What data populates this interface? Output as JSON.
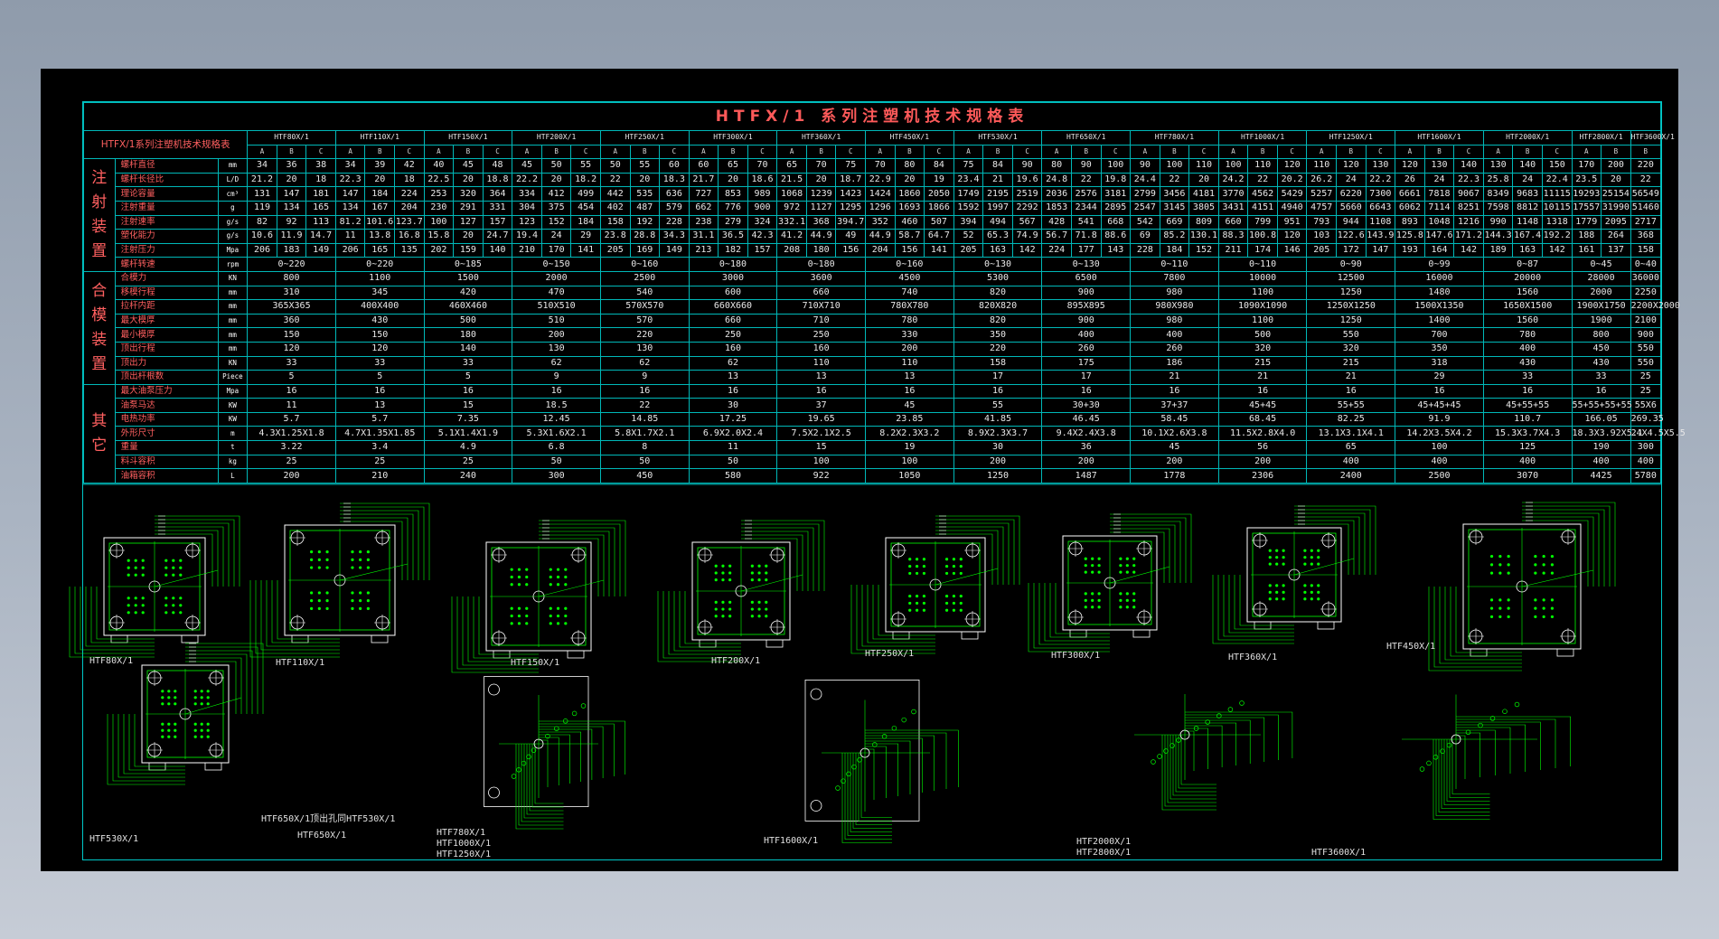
{
  "table": {
    "title": "HTFX/1 系列注塑机技术规格表",
    "corner": "HTFX/1系列注塑机技术规格表",
    "models": [
      "HTF80X/1",
      "HTF110X/1",
      "HTF150X/1",
      "HTF200X/1",
      "HTF250X/1",
      "HTF300X/1",
      "HTF360X/1",
      "HTF450X/1",
      "HTF530X/1",
      "HTF650X/1",
      "HTF780X/1",
      "HTF1000X/1",
      "HTF1250X/1",
      "HTF1600X/1",
      "HTF2000X/1",
      "HTF2800X/1",
      "HTF3600X/1"
    ],
    "sub_labels": [
      [
        "A",
        "B",
        "C"
      ],
      [
        "A",
        "B",
        "C"
      ],
      [
        "A",
        "B",
        "C"
      ],
      [
        "A",
        "B",
        "C"
      ],
      [
        "A",
        "B",
        "C"
      ],
      [
        "A",
        "B",
        "C"
      ],
      [
        "A",
        "B",
        "C"
      ],
      [
        "A",
        "B",
        "C"
      ],
      [
        "A",
        "B",
        "C"
      ],
      [
        "A",
        "B",
        "C"
      ],
      [
        "A",
        "B",
        "C"
      ],
      [
        "A",
        "B",
        "C"
      ],
      [
        "A",
        "B",
        "C"
      ],
      [
        "A",
        "B",
        "C"
      ],
      [
        "A",
        "B",
        "C"
      ],
      [
        "A",
        "B"
      ],
      [
        "B"
      ]
    ],
    "groups": [
      {
        "label": "注射装置",
        "rows": [
          {
            "name": "螺杆直径",
            "unit": "mm",
            "cells": [
              "34",
              "36",
              "38",
              "34",
              "39",
              "42",
              "40",
              "45",
              "48",
              "45",
              "50",
              "55",
              "50",
              "55",
              "60",
              "60",
              "65",
              "70",
              "65",
              "70",
              "75",
              "70",
              "80",
              "84",
              "75",
              "84",
              "90",
              "80",
              "90",
              "100",
              "90",
              "100",
              "110",
              "100",
              "110",
              "120",
              "110",
              "120",
              "130",
              "120",
              "130",
              "140",
              "130",
              "140",
              "150",
              "170",
              "200",
              "220"
            ]
          },
          {
            "name": "螺杆长径比",
            "unit": "L/D",
            "cells": [
              "21.2",
              "20",
              "18",
              "22.3",
              "20",
              "18",
              "22.5",
              "20",
              "18.8",
              "22.2",
              "20",
              "18.2",
              "22",
              "20",
              "18.3",
              "21.7",
              "20",
              "18.6",
              "21.5",
              "20",
              "18.7",
              "22.9",
              "20",
              "19",
              "23.4",
              "21",
              "19.6",
              "24.8",
              "22",
              "19.8",
              "24.4",
              "22",
              "20",
              "24.2",
              "22",
              "20.2",
              "26.2",
              "24",
              "22.2",
              "26",
              "24",
              "22.3",
              "25.8",
              "24",
              "22.4",
              "23.5",
              "20",
              "22"
            ]
          },
          {
            "name": "理论容量",
            "unit": "cm³",
            "cells": [
              "131",
              "147",
              "181",
              "147",
              "184",
              "224",
              "253",
              "320",
              "364",
              "334",
              "412",
              "499",
              "442",
              "535",
              "636",
              "727",
              "853",
              "989",
              "1068",
              "1239",
              "1423",
              "1424",
              "1860",
              "2050",
              "1749",
              "2195",
              "2519",
              "2036",
              "2576",
              "3181",
              "2799",
              "3456",
              "4181",
              "3770",
              "4562",
              "5429",
              "5257",
              "6220",
              "7300",
              "6661",
              "7818",
              "9067",
              "8349",
              "9683",
              "11115",
              "19293",
              "25154",
              "56549"
            ]
          },
          {
            "name": "注射重量",
            "unit": "g",
            "cells": [
              "119",
              "134",
              "165",
              "134",
              "167",
              "204",
              "230",
              "291",
              "331",
              "304",
              "375",
              "454",
              "402",
              "487",
              "579",
              "662",
              "776",
              "900",
              "972",
              "1127",
              "1295",
              "1296",
              "1693",
              "1866",
              "1592",
              "1997",
              "2292",
              "1853",
              "2344",
              "2895",
              "2547",
              "3145",
              "3805",
              "3431",
              "4151",
              "4940",
              "4757",
              "5660",
              "6643",
              "6062",
              "7114",
              "8251",
              "7598",
              "8812",
              "10115",
              "17557",
              "31990",
              "51460"
            ]
          },
          {
            "name": "注射速率",
            "unit": "g/s",
            "cells": [
              "82",
              "92",
              "113",
              "81.2",
              "101.6",
              "123.7",
              "100",
              "127",
              "157",
              "123",
              "152",
              "184",
              "158",
              "192",
              "228",
              "238",
              "279",
              "324",
              "332.1",
              "368",
              "394.7",
              "352",
              "460",
              "507",
              "394",
              "494",
              "567",
              "428",
              "541",
              "668",
              "542",
              "669",
              "809",
              "660",
              "799",
              "951",
              "793",
              "944",
              "1108",
              "893",
              "1048",
              "1216",
              "990",
              "1148",
              "1318",
              "1779",
              "2095",
              "2717"
            ]
          },
          {
            "name": "塑化能力",
            "unit": "g/s",
            "cells": [
              "10.6",
              "11.9",
              "14.7",
              "11",
              "13.8",
              "16.8",
              "15.8",
              "20",
              "24.7",
              "19.4",
              "24",
              "29",
              "23.8",
              "28.8",
              "34.3",
              "31.1",
              "36.5",
              "42.3",
              "41.2",
              "44.9",
              "49",
              "44.9",
              "58.7",
              "64.7",
              "52",
              "65.3",
              "74.9",
              "56.7",
              "71.8",
              "88.6",
              "69",
              "85.2",
              "130.1",
              "88.3",
              "100.8",
              "120",
              "103",
              "122.6",
              "143.9",
              "125.8",
              "147.6",
              "171.2",
              "144.3",
              "167.4",
              "192.2",
              "188",
              "264",
              "368"
            ]
          },
          {
            "name": "注射压力",
            "unit": "Mpa",
            "cells": [
              "206",
              "183",
              "149",
              "206",
              "165",
              "135",
              "202",
              "159",
              "140",
              "210",
              "170",
              "141",
              "205",
              "169",
              "149",
              "213",
              "182",
              "157",
              "208",
              "180",
              "156",
              "204",
              "156",
              "141",
              "205",
              "163",
              "142",
              "224",
              "177",
              "143",
              "228",
              "184",
              "152",
              "211",
              "174",
              "146",
              "205",
              "172",
              "147",
              "193",
              "164",
              "142",
              "189",
              "163",
              "142",
              "161",
              "137",
              "158"
            ]
          },
          {
            "name": "螺杆转速",
            "unit": "rpm",
            "cells": [
              "0~220",
              "0~220",
              "0~185",
              "0~150",
              "0~160",
              "0~180",
              "0~180",
              "0~160",
              "0~130",
              "0~130",
              "0~110",
              "0~110",
              "0~90",
              "0~99",
              "0~87",
              "0~45",
              "0~40"
            ]
          }
        ]
      },
      {
        "label": "合模装置",
        "rows": [
          {
            "name": "合模力",
            "unit": "KN",
            "cells": [
              "800",
              "1100",
              "1500",
              "2000",
              "2500",
              "3000",
              "3600",
              "4500",
              "5300",
              "6500",
              "7800",
              "10000",
              "12500",
              "16000",
              "20000",
              "28000",
              "36000"
            ]
          },
          {
            "name": "移模行程",
            "unit": "mm",
            "cells": [
              "310",
              "345",
              "420",
              "470",
              "540",
              "600",
              "660",
              "740",
              "820",
              "900",
              "980",
              "1100",
              "1250",
              "1480",
              "1560",
              "2000",
              "2250"
            ]
          },
          {
            "name": "拉杆内距",
            "unit": "mm",
            "cells": [
              "365X365",
              "400X400",
              "460X460",
              "510X510",
              "570X570",
              "660X660",
              "710X710",
              "780X780",
              "820X820",
              "895X895",
              "980X980",
              "1090X1090",
              "1250X1250",
              "1500X1350",
              "1650X1500",
              "1900X1750",
              "2200X2000"
            ]
          },
          {
            "name": "最大模厚",
            "unit": "mm",
            "cells": [
              "360",
              "430",
              "500",
              "510",
              "570",
              "660",
              "710",
              "780",
              "820",
              "900",
              "980",
              "1100",
              "1250",
              "1400",
              "1560",
              "1900",
              "2100"
            ]
          },
          {
            "name": "最小模厚",
            "unit": "mm",
            "cells": [
              "150",
              "150",
              "180",
              "200",
              "220",
              "250",
              "250",
              "330",
              "350",
              "400",
              "400",
              "500",
              "550",
              "700",
              "780",
              "800",
              "900"
            ]
          },
          {
            "name": "顶出行程",
            "unit": "mm",
            "cells": [
              "120",
              "120",
              "140",
              "130",
              "130",
              "160",
              "160",
              "200",
              "220",
              "260",
              "260",
              "320",
              "320",
              "350",
              "400",
              "450",
              "550"
            ]
          },
          {
            "name": "顶出力",
            "unit": "KN",
            "cells": [
              "33",
              "33",
              "33",
              "62",
              "62",
              "62",
              "110",
              "110",
              "158",
              "175",
              "186",
              "215",
              "215",
              "318",
              "430",
              "430",
              "550"
            ]
          },
          {
            "name": "顶出杆根数",
            "unit": "Piece",
            "cells": [
              "5",
              "5",
              "5",
              "9",
              "9",
              "13",
              "13",
              "13",
              "17",
              "17",
              "21",
              "21",
              "21",
              "29",
              "33",
              "33",
              "25"
            ]
          }
        ]
      },
      {
        "label": "其它",
        "rows": [
          {
            "name": "最大油泵压力",
            "unit": "Mpa",
            "cells": [
              "16",
              "16",
              "16",
              "16",
              "16",
              "16",
              "16",
              "16",
              "16",
              "16",
              "16",
              "16",
              "16",
              "16",
              "16",
              "16",
              "25"
            ]
          },
          {
            "name": "油泵马达",
            "unit": "KW",
            "cells": [
              "11",
              "13",
              "15",
              "18.5",
              "22",
              "30",
              "37",
              "45",
              "55",
              "30+30",
              "37+37",
              "45+45",
              "55+55",
              "45+45+45",
              "45+55+55",
              "55+55+55+55",
              "55X6"
            ]
          },
          {
            "name": "电热功率",
            "unit": "KW",
            "cells": [
              "5.7",
              "5.7",
              "7.35",
              "12.45",
              "14.85",
              "17.25",
              "19.65",
              "23.85",
              "41.85",
              "46.45",
              "58.45",
              "68.45",
              "82.25",
              "91.9",
              "110.7",
              "166.05",
              "269.35"
            ]
          },
          {
            "name": "外形尺寸",
            "unit": "m",
            "cells": [
              "4.3X1.25X1.8",
              "4.7X1.35X1.85",
              "5.1X1.4X1.9",
              "5.3X1.6X2.1",
              "5.8X1.7X2.1",
              "6.9X2.0X2.4",
              "7.5X2.1X2.5",
              "8.2X2.3X3.2",
              "8.9X2.3X3.7",
              "9.4X2.4X3.8",
              "10.1X2.6X3.8",
              "11.5X2.8X4.0",
              "13.1X3.1X4.1",
              "14.2X3.5X4.2",
              "15.3X3.7X4.3",
              "18.3X3.92X5.1",
              "24X4.5X5.5"
            ]
          },
          {
            "name": "重量",
            "unit": "t",
            "cells": [
              "3.22",
              "3.4",
              "4.9",
              "6.8",
              "8",
              "11",
              "15",
              "19",
              "30",
              "36",
              "45",
              "56",
              "65",
              "100",
              "125",
              "190",
              "300"
            ]
          },
          {
            "name": "料斗容积",
            "unit": "kg",
            "cells": [
              "25",
              "25",
              "25",
              "50",
              "50",
              "50",
              "100",
              "100",
              "200",
              "200",
              "200",
              "200",
              "400",
              "400",
              "400",
              "400",
              "400"
            ]
          },
          {
            "name": "油箱容积",
            "unit": "L",
            "cells": [
              "200",
              "210",
              "240",
              "300",
              "450",
              "580",
              "922",
              "1050",
              "1250",
              "1487",
              "1778",
              "2306",
              "2400",
              "2500",
              "3070",
              "4425",
              "5780"
            ]
          }
        ]
      }
    ]
  },
  "drawings": {
    "labels": [
      "HTF80X/1",
      "HTF110X/1",
      "HTF150X/1",
      "HTF200X/1",
      "HTF250X/1",
      "HTF300X/1",
      "HTF360X/1",
      "HTF450X/1",
      "HTF530X/1",
      "HTF650X/1顶出孔同HTF530X/1",
      "HTF650X/1",
      "HTF780X/1",
      "HTF1000X/1",
      "HTF1250X/1",
      "HTF1600X/1",
      "HTF2000X/1",
      "HTF2800X/1",
      "HTF3600X/1"
    ]
  },
  "colors": {
    "background": "#000000",
    "frame": "#00c8c8",
    "table_line": "#00b8b8",
    "header_text": "#ff5a5a",
    "drawing_line": "#00ff00",
    "drawing_outline": "#ffffff",
    "page": "#9aa5b4"
  }
}
